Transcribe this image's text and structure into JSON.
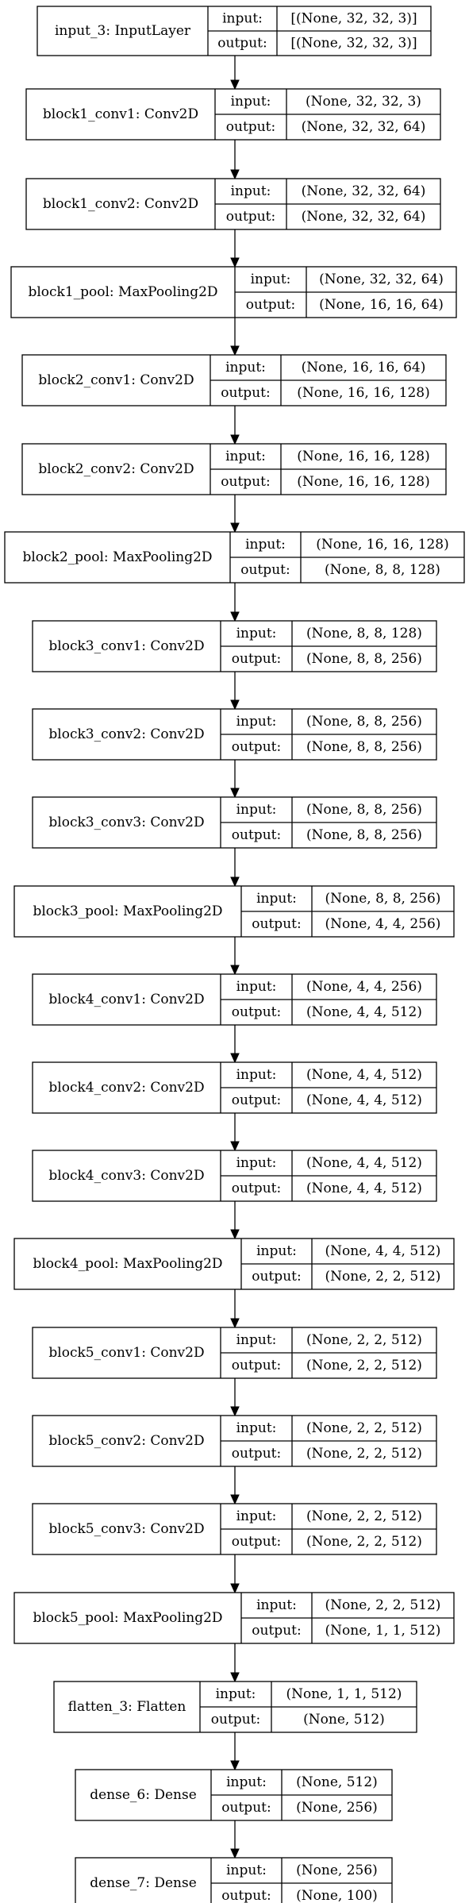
{
  "port_labels": {
    "input": "input:",
    "output": "output:"
  },
  "nodes": [
    {
      "id": "input_3",
      "label": "input_3: InputLayer",
      "input": "[(None, 32, 32, 3)]",
      "output": "[(None, 32, 32, 3)]"
    },
    {
      "id": "block1_conv1",
      "label": "block1_conv1: Conv2D",
      "input": "(None, 32, 32, 3)",
      "output": "(None, 32, 32, 64)"
    },
    {
      "id": "block1_conv2",
      "label": "block1_conv2: Conv2D",
      "input": "(None, 32, 32, 64)",
      "output": "(None, 32, 32, 64)"
    },
    {
      "id": "block1_pool",
      "label": "block1_pool: MaxPooling2D",
      "input": "(None, 32, 32, 64)",
      "output": "(None, 16, 16, 64)"
    },
    {
      "id": "block2_conv1",
      "label": "block2_conv1: Conv2D",
      "input": "(None, 16, 16, 64)",
      "output": "(None, 16, 16, 128)"
    },
    {
      "id": "block2_conv2",
      "label": "block2_conv2: Conv2D",
      "input": "(None, 16, 16, 128)",
      "output": "(None, 16, 16, 128)"
    },
    {
      "id": "block2_pool",
      "label": "block2_pool: MaxPooling2D",
      "input": "(None, 16, 16, 128)",
      "output": "(None, 8, 8, 128)"
    },
    {
      "id": "block3_conv1",
      "label": "block3_conv1: Conv2D",
      "input": "(None, 8, 8, 128)",
      "output": "(None, 8, 8, 256)"
    },
    {
      "id": "block3_conv2",
      "label": "block3_conv2: Conv2D",
      "input": "(None, 8, 8, 256)",
      "output": "(None, 8, 8, 256)"
    },
    {
      "id": "block3_conv3",
      "label": "block3_conv3: Conv2D",
      "input": "(None, 8, 8, 256)",
      "output": "(None, 8, 8, 256)"
    },
    {
      "id": "block3_pool",
      "label": "block3_pool: MaxPooling2D",
      "input": "(None, 8, 8, 256)",
      "output": "(None, 4, 4, 256)"
    },
    {
      "id": "block4_conv1",
      "label": "block4_conv1: Conv2D",
      "input": "(None, 4, 4, 256)",
      "output": "(None, 4, 4, 512)"
    },
    {
      "id": "block4_conv2",
      "label": "block4_conv2: Conv2D",
      "input": "(None, 4, 4, 512)",
      "output": "(None, 4, 4, 512)"
    },
    {
      "id": "block4_conv3",
      "label": "block4_conv3: Conv2D",
      "input": "(None, 4, 4, 512)",
      "output": "(None, 4, 4, 512)"
    },
    {
      "id": "block4_pool",
      "label": "block4_pool: MaxPooling2D",
      "input": "(None, 4, 4, 512)",
      "output": "(None, 2, 2, 512)"
    },
    {
      "id": "block5_conv1",
      "label": "block5_conv1: Conv2D",
      "input": "(None, 2, 2, 512)",
      "output": "(None, 2, 2, 512)"
    },
    {
      "id": "block5_conv2",
      "label": "block5_conv2: Conv2D",
      "input": "(None, 2, 2, 512)",
      "output": "(None, 2, 2, 512)"
    },
    {
      "id": "block5_conv3",
      "label": "block5_conv3: Conv2D",
      "input": "(None, 2, 2, 512)",
      "output": "(None, 2, 2, 512)"
    },
    {
      "id": "block5_pool",
      "label": "block5_pool: MaxPooling2D",
      "input": "(None, 2, 2, 512)",
      "output": "(None, 1, 1, 512)"
    },
    {
      "id": "flatten_3",
      "label": "flatten_3: Flatten",
      "input": "(None, 1, 1, 512)",
      "output": "(None, 512)"
    },
    {
      "id": "dense_6",
      "label": "dense_6: Dense",
      "input": "(None, 512)",
      "output": "(None, 256)"
    },
    {
      "id": "dense_7",
      "label": "dense_7: Dense",
      "input": "(None, 256)",
      "output": "(None, 100)"
    }
  ]
}
